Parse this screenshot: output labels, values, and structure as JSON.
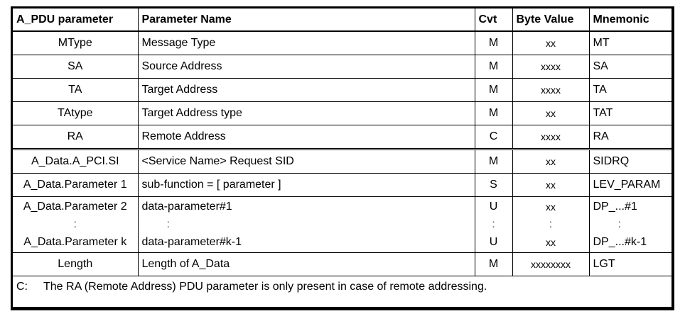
{
  "table": {
    "headers": [
      "A_PDU parameter",
      "Parameter Name",
      "Cvt",
      "Byte Value",
      "Mnemonic"
    ],
    "rows": [
      {
        "param": "MType",
        "name": "Message Type",
        "cvt": "M",
        "byte": "xx",
        "mnemonic": "MT"
      },
      {
        "param": "SA",
        "name": "Source Address",
        "cvt": "M",
        "byte": "xxxx",
        "mnemonic": "SA"
      },
      {
        "param": "TA",
        "name": "Target Address",
        "cvt": "M",
        "byte": "xxxx",
        "mnemonic": "TA"
      },
      {
        "param": "TAtype",
        "name": "Target Address type",
        "cvt": "M",
        "byte": "xx",
        "mnemonic": "TAT"
      },
      {
        "param": "RA",
        "name": "Remote Address",
        "cvt": "C",
        "byte": "xxxx",
        "mnemonic": "RA"
      },
      {
        "param": "A_Data.A_PCI.SI",
        "name": "<Service Name> Request SID",
        "cvt": "M",
        "byte": "xx",
        "mnemonic": "SIDRQ"
      },
      {
        "param": "A_Data.Parameter 1",
        "name": "sub-function = [ parameter ]",
        "cvt": "S",
        "byte": "xx",
        "mnemonic": "LEV_PARAM"
      },
      {
        "param": "A_Data.Parameter 2",
        "name": "data-parameter#1",
        "cvt": "U",
        "byte": "xx",
        "mnemonic": "DP_...#1"
      },
      {
        "param": ":",
        "name": ":",
        "cvt": ":",
        "byte": ":",
        "mnemonic": ":"
      },
      {
        "param": "A_Data.Parameter k",
        "name": "data-parameter#k-1",
        "cvt": "U",
        "byte": "xx",
        "mnemonic": "DP_...#k-1"
      },
      {
        "param": "Length",
        "name": "Length of A_Data",
        "cvt": "M",
        "byte": "xxxxxxxx",
        "mnemonic": "LGT"
      }
    ],
    "note": {
      "label": "C:",
      "text": "The RA (Remote Address) PDU parameter is only present in case of remote addressing."
    }
  }
}
